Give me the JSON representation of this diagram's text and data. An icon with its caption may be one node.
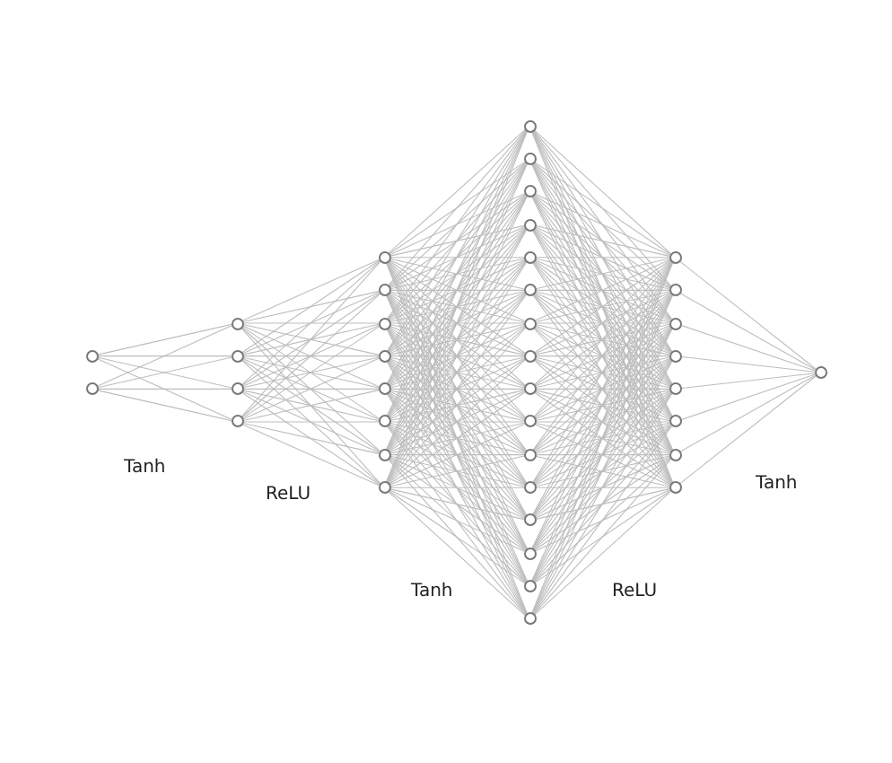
{
  "diagram": {
    "nodes": [
      {
        "text": [],
        "shape": "circle"
      },
      {
        "text": [],
        "shape": "circle"
      },
      {
        "text": [],
        "shape": "circle"
      },
      {
        "text": [],
        "shape": "circle"
      },
      {
        "text": [],
        "shape": "circle"
      },
      {
        "text": [],
        "shape": "circle"
      },
      {
        "text": [],
        "shape": "circle"
      },
      {
        "text": [],
        "shape": "circle"
      },
      {
        "text": [],
        "shape": "circle"
      },
      {
        "text": [],
        "shape": "circle"
      },
      {
        "text": [],
        "shape": "circle"
      },
      {
        "text": [],
        "shape": "circle"
      },
      {
        "text": [],
        "shape": "circle"
      },
      {
        "text": [],
        "shape": "circle"
      },
      {
        "text": [],
        "shape": "circle"
      },
      {
        "text": [],
        "shape": "circle"
      },
      {
        "text": [],
        "shape": "circle"
      },
      {
        "text": [],
        "shape": "circle"
      },
      {
        "text": [],
        "shape": "circle"
      },
      {
        "text": [],
        "shape": "circle"
      },
      {
        "text": [],
        "shape": "circle"
      },
      {
        "text": [],
        "shape": "circle"
      },
      {
        "text": [],
        "shape": "circle"
      },
      {
        "text": [],
        "shape": "circle"
      },
      {
        "text": [],
        "shape": "circle"
      },
      {
        "text": [],
        "shape": "circle"
      },
      {
        "text": [],
        "shape": "circle"
      },
      {
        "text": [],
        "shape": "circle"
      },
      {
        "text": [],
        "shape": "circle"
      },
      {
        "text": [],
        "shape": "circle"
      },
      {
        "text": [],
        "shape": "circle"
      },
      {
        "text": [],
        "shape": "circle"
      },
      {
        "text": [],
        "shape": "circle"
      },
      {
        "text": [],
        "shape": "circle"
      },
      {
        "text": [],
        "shape": "circle"
      },
      {
        "text": [],
        "shape": "circle"
      },
      {
        "text": [],
        "shape": "circle"
      },
      {
        "text": [],
        "shape": "circle"
      },
      {
        "text": [],
        "shape": "circle"
      }
    ],
    "edges": [
      {
        "from": 0,
        "to": 2,
        "arrow": "none"
      },
      {
        "from": 0,
        "to": 3,
        "arrow": "none"
      },
      {
        "from": 0,
        "to": 4,
        "arrow": "none"
      },
      {
        "from": 0,
        "to": 5,
        "arrow": "none"
      },
      {
        "from": 1,
        "to": 2,
        "arrow": "none"
      },
      {
        "from": 1,
        "to": 3,
        "arrow": "none"
      },
      {
        "from": 1,
        "to": 4,
        "arrow": "none"
      },
      {
        "from": 1,
        "to": 5,
        "arrow": "none"
      },
      {
        "from": 2,
        "to": 6,
        "arrow": "none"
      },
      {
        "from": 2,
        "to": 7,
        "arrow": "none"
      },
      {
        "from": 2,
        "to": 8,
        "arrow": "none"
      },
      {
        "from": 2,
        "to": 9,
        "arrow": "none"
      },
      {
        "from": 2,
        "to": 10,
        "arrow": "none"
      },
      {
        "from": 2,
        "to": 11,
        "arrow": "none"
      },
      {
        "from": 2,
        "to": 12,
        "arrow": "none"
      },
      {
        "from": 2,
        "to": 13,
        "arrow": "none"
      },
      {
        "from": 3,
        "to": 6,
        "arrow": "none"
      },
      {
        "from": 3,
        "to": 7,
        "arrow": "none"
      },
      {
        "from": 3,
        "to": 8,
        "arrow": "none"
      },
      {
        "from": 3,
        "to": 9,
        "arrow": "none"
      },
      {
        "from": 3,
        "to": 10,
        "arrow": "none"
      },
      {
        "from": 3,
        "to": 11,
        "arrow": "none"
      },
      {
        "from": 3,
        "to": 12,
        "arrow": "none"
      },
      {
        "from": 3,
        "to": 13,
        "arrow": "none"
      },
      {
        "from": 4,
        "to": 6,
        "arrow": "none"
      },
      {
        "from": 4,
        "to": 7,
        "arrow": "none"
      },
      {
        "from": 4,
        "to": 8,
        "arrow": "none"
      },
      {
        "from": 4,
        "to": 9,
        "arrow": "none"
      },
      {
        "from": 4,
        "to": 10,
        "arrow": "none"
      },
      {
        "from": 4,
        "to": 11,
        "arrow": "none"
      },
      {
        "from": 4,
        "to": 12,
        "arrow": "none"
      },
      {
        "from": 4,
        "to": 13,
        "arrow": "none"
      },
      {
        "from": 5,
        "to": 6,
        "arrow": "none"
      },
      {
        "from": 5,
        "to": 7,
        "arrow": "none"
      },
      {
        "from": 5,
        "to": 8,
        "arrow": "none"
      },
      {
        "from": 5,
        "to": 9,
        "arrow": "none"
      },
      {
        "from": 5,
        "to": 10,
        "arrow": "none"
      },
      {
        "from": 5,
        "to": 11,
        "arrow": "none"
      },
      {
        "from": 5,
        "to": 12,
        "arrow": "none"
      },
      {
        "from": 5,
        "to": 13,
        "arrow": "none"
      },
      {
        "from": 6,
        "to": 14,
        "arrow": "none"
      },
      {
        "from": 6,
        "to": 15,
        "arrow": "none"
      },
      {
        "from": 6,
        "to": 16,
        "arrow": "none"
      },
      {
        "from": 6,
        "to": 17,
        "arrow": "none"
      },
      {
        "from": 6,
        "to": 18,
        "arrow": "none"
      },
      {
        "from": 6,
        "to": 19,
        "arrow": "none"
      },
      {
        "from": 6,
        "to": 20,
        "arrow": "none"
      },
      {
        "from": 6,
        "to": 21,
        "arrow": "none"
      },
      {
        "from": 6,
        "to": 22,
        "arrow": "none"
      },
      {
        "from": 6,
        "to": 23,
        "arrow": "none"
      },
      {
        "from": 6,
        "to": 24,
        "arrow": "none"
      },
      {
        "from": 6,
        "to": 25,
        "arrow": "none"
      },
      {
        "from": 6,
        "to": 26,
        "arrow": "none"
      },
      {
        "from": 6,
        "to": 27,
        "arrow": "none"
      },
      {
        "from": 6,
        "to": 28,
        "arrow": "none"
      },
      {
        "from": 6,
        "to": 29,
        "arrow": "none"
      },
      {
        "from": 7,
        "to": 14,
        "arrow": "none"
      },
      {
        "from": 7,
        "to": 15,
        "arrow": "none"
      },
      {
        "from": 7,
        "to": 16,
        "arrow": "none"
      },
      {
        "from": 7,
        "to": 17,
        "arrow": "none"
      },
      {
        "from": 7,
        "to": 18,
        "arrow": "none"
      },
      {
        "from": 7,
        "to": 19,
        "arrow": "none"
      },
      {
        "from": 7,
        "to": 20,
        "arrow": "none"
      },
      {
        "from": 7,
        "to": 21,
        "arrow": "none"
      },
      {
        "from": 7,
        "to": 22,
        "arrow": "none"
      },
      {
        "from": 7,
        "to": 23,
        "arrow": "none"
      },
      {
        "from": 7,
        "to": 24,
        "arrow": "none"
      },
      {
        "from": 7,
        "to": 25,
        "arrow": "none"
      },
      {
        "from": 7,
        "to": 26,
        "arrow": "none"
      },
      {
        "from": 7,
        "to": 27,
        "arrow": "none"
      },
      {
        "from": 7,
        "to": 28,
        "arrow": "none"
      },
      {
        "from": 7,
        "to": 29,
        "arrow": "none"
      },
      {
        "from": 8,
        "to": 14,
        "arrow": "none"
      },
      {
        "from": 8,
        "to": 15,
        "arrow": "none"
      },
      {
        "from": 8,
        "to": 16,
        "arrow": "none"
      },
      {
        "from": 8,
        "to": 17,
        "arrow": "none"
      },
      {
        "from": 8,
        "to": 18,
        "arrow": "none"
      },
      {
        "from": 8,
        "to": 19,
        "arrow": "none"
      },
      {
        "from": 8,
        "to": 20,
        "arrow": "none"
      },
      {
        "from": 8,
        "to": 21,
        "arrow": "none"
      },
      {
        "from": 8,
        "to": 22,
        "arrow": "none"
      },
      {
        "from": 8,
        "to": 23,
        "arrow": "none"
      },
      {
        "from": 8,
        "to": 24,
        "arrow": "none"
      },
      {
        "from": 8,
        "to": 25,
        "arrow": "none"
      },
      {
        "from": 8,
        "to": 26,
        "arrow": "none"
      },
      {
        "from": 8,
        "to": 27,
        "arrow": "none"
      },
      {
        "from": 8,
        "to": 28,
        "arrow": "none"
      },
      {
        "from": 8,
        "to": 29,
        "arrow": "none"
      },
      {
        "from": 9,
        "to": 14,
        "arrow": "none"
      },
      {
        "from": 9,
        "to": 15,
        "arrow": "none"
      },
      {
        "from": 9,
        "to": 16,
        "arrow": "none"
      },
      {
        "from": 9,
        "to": 17,
        "arrow": "none"
      },
      {
        "from": 9,
        "to": 18,
        "arrow": "none"
      },
      {
        "from": 9,
        "to": 19,
        "arrow": "none"
      },
      {
        "from": 9,
        "to": 20,
        "arrow": "none"
      },
      {
        "from": 9,
        "to": 21,
        "arrow": "none"
      },
      {
        "from": 9,
        "to": 22,
        "arrow": "none"
      },
      {
        "from": 9,
        "to": 23,
        "arrow": "none"
      },
      {
        "from": 9,
        "to": 24,
        "arrow": "none"
      },
      {
        "from": 9,
        "to": 25,
        "arrow": "none"
      },
      {
        "from": 9,
        "to": 26,
        "arrow": "none"
      },
      {
        "from": 9,
        "to": 27,
        "arrow": "none"
      },
      {
        "from": 9,
        "to": 28,
        "arrow": "none"
      },
      {
        "from": 9,
        "to": 29,
        "arrow": "none"
      },
      {
        "from": 10,
        "to": 14,
        "arrow": "none"
      },
      {
        "from": 10,
        "to": 15,
        "arrow": "none"
      },
      {
        "from": 10,
        "to": 16,
        "arrow": "none"
      },
      {
        "from": 10,
        "to": 17,
        "arrow": "none"
      },
      {
        "from": 10,
        "to": 18,
        "arrow": "none"
      },
      {
        "from": 10,
        "to": 19,
        "arrow": "none"
      },
      {
        "from": 10,
        "to": 20,
        "arrow": "none"
      },
      {
        "from": 10,
        "to": 21,
        "arrow": "none"
      },
      {
        "from": 10,
        "to": 22,
        "arrow": "none"
      },
      {
        "from": 10,
        "to": 23,
        "arrow": "none"
      },
      {
        "from": 10,
        "to": 24,
        "arrow": "none"
      },
      {
        "from": 10,
        "to": 25,
        "arrow": "none"
      },
      {
        "from": 10,
        "to": 26,
        "arrow": "none"
      },
      {
        "from": 10,
        "to": 27,
        "arrow": "none"
      },
      {
        "from": 10,
        "to": 28,
        "arrow": "none"
      },
      {
        "from": 10,
        "to": 29,
        "arrow": "none"
      },
      {
        "from": 11,
        "to": 14,
        "arrow": "none"
      },
      {
        "from": 11,
        "to": 15,
        "arrow": "none"
      },
      {
        "from": 11,
        "to": 16,
        "arrow": "none"
      },
      {
        "from": 11,
        "to": 17,
        "arrow": "none"
      },
      {
        "from": 11,
        "to": 18,
        "arrow": "none"
      },
      {
        "from": 11,
        "to": 19,
        "arrow": "none"
      },
      {
        "from": 11,
        "to": 20,
        "arrow": "none"
      },
      {
        "from": 11,
        "to": 21,
        "arrow": "none"
      },
      {
        "from": 11,
        "to": 22,
        "arrow": "none"
      },
      {
        "from": 11,
        "to": 23,
        "arrow": "none"
      },
      {
        "from": 11,
        "to": 24,
        "arrow": "none"
      },
      {
        "from": 11,
        "to": 25,
        "arrow": "none"
      },
      {
        "from": 11,
        "to": 26,
        "arrow": "none"
      },
      {
        "from": 11,
        "to": 27,
        "arrow": "none"
      },
      {
        "from": 11,
        "to": 28,
        "arrow": "none"
      },
      {
        "from": 11,
        "to": 29,
        "arrow": "none"
      },
      {
        "from": 12,
        "to": 14,
        "arrow": "none"
      },
      {
        "from": 12,
        "to": 15,
        "arrow": "none"
      },
      {
        "from": 12,
        "to": 16,
        "arrow": "none"
      },
      {
        "from": 12,
        "to": 17,
        "arrow": "none"
      },
      {
        "from": 12,
        "to": 18,
        "arrow": "none"
      },
      {
        "from": 12,
        "to": 19,
        "arrow": "none"
      },
      {
        "from": 12,
        "to": 20,
        "arrow": "none"
      },
      {
        "from": 12,
        "to": 21,
        "arrow": "none"
      },
      {
        "from": 12,
        "to": 22,
        "arrow": "none"
      },
      {
        "from": 12,
        "to": 23,
        "arrow": "none"
      },
      {
        "from": 12,
        "to": 24,
        "arrow": "none"
      },
      {
        "from": 12,
        "to": 25,
        "arrow": "none"
      },
      {
        "from": 12,
        "to": 26,
        "arrow": "none"
      },
      {
        "from": 12,
        "to": 27,
        "arrow": "none"
      },
      {
        "from": 12,
        "to": 28,
        "arrow": "none"
      },
      {
        "from": 12,
        "to": 29,
        "arrow": "none"
      },
      {
        "from": 13,
        "to": 14,
        "arrow": "none"
      },
      {
        "from": 13,
        "to": 15,
        "arrow": "none"
      },
      {
        "from": 13,
        "to": 16,
        "arrow": "none"
      },
      {
        "from": 13,
        "to": 17,
        "arrow": "none"
      },
      {
        "from": 13,
        "to": 18,
        "arrow": "none"
      },
      {
        "from": 13,
        "to": 19,
        "arrow": "none"
      },
      {
        "from": 13,
        "to": 20,
        "arrow": "none"
      },
      {
        "from": 13,
        "to": 21,
        "arrow": "none"
      },
      {
        "from": 13,
        "to": 22,
        "arrow": "none"
      },
      {
        "from": 13,
        "to": 23,
        "arrow": "none"
      },
      {
        "from": 13,
        "to": 24,
        "arrow": "none"
      },
      {
        "from": 13,
        "to": 25,
        "arrow": "none"
      },
      {
        "from": 13,
        "to": 26,
        "arrow": "none"
      },
      {
        "from": 13,
        "to": 27,
        "arrow": "none"
      },
      {
        "from": 13,
        "to": 28,
        "arrow": "none"
      },
      {
        "from": 13,
        "to": 29,
        "arrow": "none"
      },
      {
        "from": 14,
        "to": 30,
        "arrow": "none"
      },
      {
        "from": 14,
        "to": 31,
        "arrow": "none"
      },
      {
        "from": 14,
        "to": 32,
        "arrow": "none"
      },
      {
        "from": 14,
        "to": 33,
        "arrow": "none"
      },
      {
        "from": 14,
        "to": 34,
        "arrow": "none"
      },
      {
        "from": 14,
        "to": 35,
        "arrow": "none"
      },
      {
        "from": 14,
        "to": 36,
        "arrow": "none"
      },
      {
        "from": 14,
        "to": 37,
        "arrow": "none"
      },
      {
        "from": 15,
        "to": 30,
        "arrow": "none"
      },
      {
        "from": 15,
        "to": 31,
        "arrow": "none"
      },
      {
        "from": 15,
        "to": 32,
        "arrow": "none"
      },
      {
        "from": 15,
        "to": 33,
        "arrow": "none"
      },
      {
        "from": 15,
        "to": 34,
        "arrow": "none"
      },
      {
        "from": 15,
        "to": 35,
        "arrow": "none"
      },
      {
        "from": 15,
        "to": 36,
        "arrow": "none"
      },
      {
        "from": 15,
        "to": 37,
        "arrow": "none"
      },
      {
        "from": 16,
        "to": 30,
        "arrow": "none"
      },
      {
        "from": 16,
        "to": 31,
        "arrow": "none"
      },
      {
        "from": 16,
        "to": 32,
        "arrow": "none"
      },
      {
        "from": 16,
        "to": 33,
        "arrow": "none"
      },
      {
        "from": 16,
        "to": 34,
        "arrow": "none"
      },
      {
        "from": 16,
        "to": 35,
        "arrow": "none"
      },
      {
        "from": 16,
        "to": 36,
        "arrow": "none"
      },
      {
        "from": 16,
        "to": 37,
        "arrow": "none"
      },
      {
        "from": 17,
        "to": 30,
        "arrow": "none"
      },
      {
        "from": 17,
        "to": 31,
        "arrow": "none"
      },
      {
        "from": 17,
        "to": 32,
        "arrow": "none"
      },
      {
        "from": 17,
        "to": 33,
        "arrow": "none"
      },
      {
        "from": 17,
        "to": 34,
        "arrow": "none"
      },
      {
        "from": 17,
        "to": 35,
        "arrow": "none"
      },
      {
        "from": 17,
        "to": 36,
        "arrow": "none"
      },
      {
        "from": 17,
        "to": 37,
        "arrow": "none"
      },
      {
        "from": 18,
        "to": 30,
        "arrow": "none"
      },
      {
        "from": 18,
        "to": 31,
        "arrow": "none"
      },
      {
        "from": 18,
        "to": 32,
        "arrow": "none"
      },
      {
        "from": 18,
        "to": 33,
        "arrow": "none"
      },
      {
        "from": 18,
        "to": 34,
        "arrow": "none"
      },
      {
        "from": 18,
        "to": 35,
        "arrow": "none"
      },
      {
        "from": 18,
        "to": 36,
        "arrow": "none"
      },
      {
        "from": 18,
        "to": 37,
        "arrow": "none"
      },
      {
        "from": 19,
        "to": 30,
        "arrow": "none"
      },
      {
        "from": 19,
        "to": 31,
        "arrow": "none"
      },
      {
        "from": 19,
        "to": 32,
        "arrow": "none"
      },
      {
        "from": 19,
        "to": 33,
        "arrow": "none"
      },
      {
        "from": 19,
        "to": 34,
        "arrow": "none"
      },
      {
        "from": 19,
        "to": 35,
        "arrow": "none"
      },
      {
        "from": 19,
        "to": 36,
        "arrow": "none"
      },
      {
        "from": 19,
        "to": 37,
        "arrow": "none"
      },
      {
        "from": 20,
        "to": 30,
        "arrow": "none"
      },
      {
        "from": 20,
        "to": 31,
        "arrow": "none"
      },
      {
        "from": 20,
        "to": 32,
        "arrow": "none"
      },
      {
        "from": 20,
        "to": 33,
        "arrow": "none"
      },
      {
        "from": 20,
        "to": 34,
        "arrow": "none"
      },
      {
        "from": 20,
        "to": 35,
        "arrow": "none"
      },
      {
        "from": 20,
        "to": 36,
        "arrow": "none"
      },
      {
        "from": 20,
        "to": 37,
        "arrow": "none"
      },
      {
        "from": 21,
        "to": 30,
        "arrow": "none"
      },
      {
        "from": 21,
        "to": 31,
        "arrow": "none"
      },
      {
        "from": 21,
        "to": 32,
        "arrow": "none"
      },
      {
        "from": 21,
        "to": 33,
        "arrow": "none"
      },
      {
        "from": 21,
        "to": 34,
        "arrow": "none"
      },
      {
        "from": 21,
        "to": 35,
        "arrow": "none"
      },
      {
        "from": 21,
        "to": 36,
        "arrow": "none"
      },
      {
        "from": 21,
        "to": 37,
        "arrow": "none"
      },
      {
        "from": 22,
        "to": 30,
        "arrow": "none"
      },
      {
        "from": 22,
        "to": 31,
        "arrow": "none"
      },
      {
        "from": 22,
        "to": 32,
        "arrow": "none"
      },
      {
        "from": 22,
        "to": 33,
        "arrow": "none"
      },
      {
        "from": 22,
        "to": 34,
        "arrow": "none"
      },
      {
        "from": 22,
        "to": 35,
        "arrow": "none"
      },
      {
        "from": 22,
        "to": 36,
        "arrow": "none"
      },
      {
        "from": 22,
        "to": 37,
        "arrow": "none"
      },
      {
        "from": 23,
        "to": 30,
        "arrow": "none"
      },
      {
        "from": 23,
        "to": 31,
        "arrow": "none"
      },
      {
        "from": 23,
        "to": 32,
        "arrow": "none"
      },
      {
        "from": 23,
        "to": 33,
        "arrow": "none"
      },
      {
        "from": 23,
        "to": 34,
        "arrow": "none"
      },
      {
        "from": 23,
        "to": 35,
        "arrow": "none"
      },
      {
        "from": 23,
        "to": 36,
        "arrow": "none"
      },
      {
        "from": 23,
        "to": 37,
        "arrow": "none"
      },
      {
        "from": 24,
        "to": 30,
        "arrow": "none"
      },
      {
        "from": 24,
        "to": 31,
        "arrow": "none"
      },
      {
        "from": 24,
        "to": 32,
        "arrow": "none"
      },
      {
        "from": 24,
        "to": 33,
        "arrow": "none"
      },
      {
        "from": 24,
        "to": 34,
        "arrow": "none"
      },
      {
        "from": 24,
        "to": 35,
        "arrow": "none"
      },
      {
        "from": 24,
        "to": 36,
        "arrow": "none"
      },
      {
        "from": 24,
        "to": 37,
        "arrow": "none"
      },
      {
        "from": 25,
        "to": 30,
        "arrow": "none"
      },
      {
        "from": 25,
        "to": 31,
        "arrow": "none"
      },
      {
        "from": 25,
        "to": 32,
        "arrow": "none"
      },
      {
        "from": 25,
        "to": 33,
        "arrow": "none"
      },
      {
        "from": 25,
        "to": 34,
        "arrow": "none"
      },
      {
        "from": 25,
        "to": 35,
        "arrow": "none"
      },
      {
        "from": 25,
        "to": 36,
        "arrow": "none"
      },
      {
        "from": 25,
        "to": 37,
        "arrow": "none"
      },
      {
        "from": 26,
        "to": 30,
        "arrow": "none"
      },
      {
        "from": 26,
        "to": 31,
        "arrow": "none"
      },
      {
        "from": 26,
        "to": 32,
        "arrow": "none"
      },
      {
        "from": 26,
        "to": 33,
        "arrow": "none"
      },
      {
        "from": 26,
        "to": 34,
        "arrow": "none"
      },
      {
        "from": 26,
        "to": 35,
        "arrow": "none"
      },
      {
        "from": 26,
        "to": 36,
        "arrow": "none"
      },
      {
        "from": 26,
        "to": 37,
        "arrow": "none"
      },
      {
        "from": 27,
        "to": 30,
        "arrow": "none"
      },
      {
        "from": 27,
        "to": 31,
        "arrow": "none"
      },
      {
        "from": 27,
        "to": 32,
        "arrow": "none"
      },
      {
        "from": 27,
        "to": 33,
        "arrow": "none"
      },
      {
        "from": 27,
        "to": 34,
        "arrow": "none"
      },
      {
        "from": 27,
        "to": 35,
        "arrow": "none"
      },
      {
        "from": 27,
        "to": 36,
        "arrow": "none"
      },
      {
        "from": 27,
        "to": 37,
        "arrow": "none"
      },
      {
        "from": 28,
        "to": 30,
        "arrow": "none"
      },
      {
        "from": 28,
        "to": 31,
        "arrow": "none"
      },
      {
        "from": 28,
        "to": 32,
        "arrow": "none"
      },
      {
        "from": 28,
        "to": 33,
        "arrow": "none"
      },
      {
        "from": 28,
        "to": 34,
        "arrow": "none"
      },
      {
        "from": 28,
        "to": 35,
        "arrow": "none"
      },
      {
        "from": 28,
        "to": 36,
        "arrow": "none"
      },
      {
        "from": 28,
        "to": 37,
        "arrow": "none"
      },
      {
        "from": 29,
        "to": 30,
        "arrow": "none"
      },
      {
        "from": 29,
        "to": 31,
        "arrow": "none"
      },
      {
        "from": 29,
        "to": 32,
        "arrow": "none"
      },
      {
        "from": 29,
        "to": 33,
        "arrow": "none"
      },
      {
        "from": 29,
        "to": 34,
        "arrow": "none"
      },
      {
        "from": 29,
        "to": 35,
        "arrow": "none"
      },
      {
        "from": 29,
        "to": 36,
        "arrow": "none"
      },
      {
        "from": 29,
        "to": 37,
        "arrow": "none"
      },
      {
        "from": 30,
        "to": 38,
        "arrow": "none"
      },
      {
        "from": 31,
        "to": 38,
        "arrow": "none"
      },
      {
        "from": 32,
        "to": 38,
        "arrow": "none"
      },
      {
        "from": 33,
        "to": 38,
        "arrow": "none"
      },
      {
        "from": 34,
        "to": 38,
        "arrow": "none"
      },
      {
        "from": 35,
        "to": 38,
        "arrow": "none"
      },
      {
        "from": 36,
        "to": 38,
        "arrow": "none"
      },
      {
        "from": 37,
        "to": 38,
        "arrow": "none"
      }
    ],
    "labels": [
      "Tanh",
      "ReLU",
      "Tanh",
      "ReLU",
      "Tanh"
    ]
  }
}
